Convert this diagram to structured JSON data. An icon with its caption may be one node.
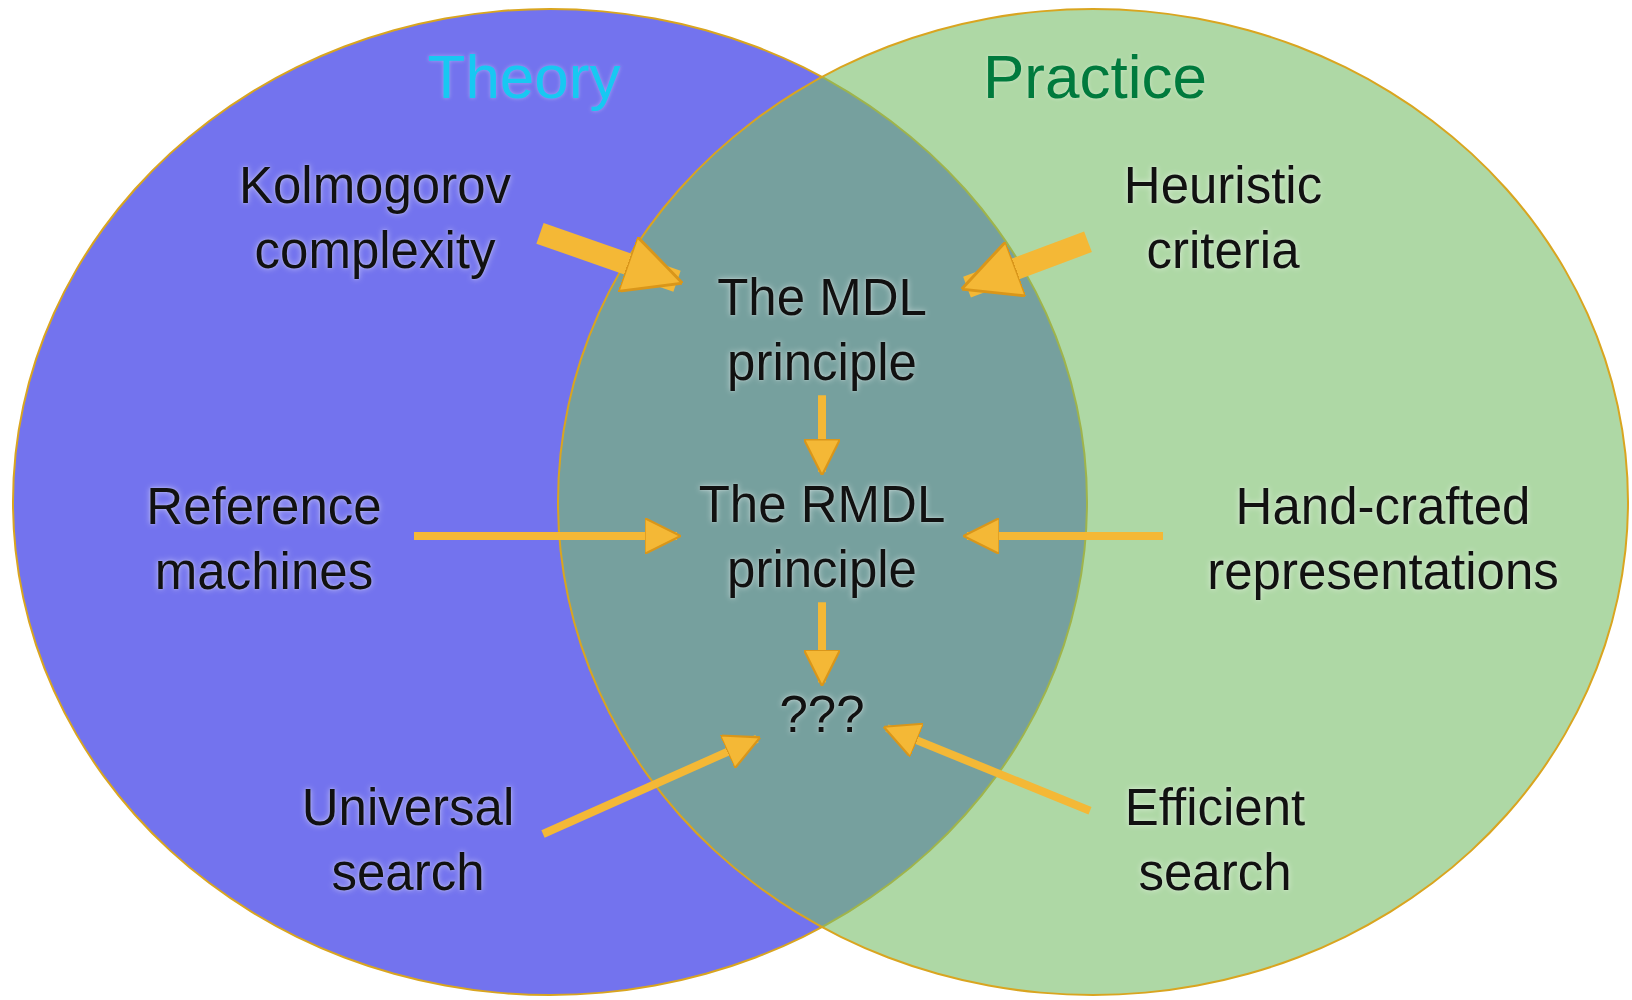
{
  "diagram": {
    "nodes": [
      {
        "text": [
          "Theory"
        ]
      },
      {
        "text": [
          "Practice"
        ]
      },
      {
        "text": [
          "Kolmogorov complexity"
        ],
        "in": 0
      },
      {
        "text": [
          "Heuristic criteria"
        ],
        "in": 1
      },
      {
        "text": [
          "The MDL principle"
        ]
      },
      {
        "text": [
          "Reference machines"
        ],
        "in": 0
      },
      {
        "text": [
          "The RMDL principle"
        ]
      },
      {
        "text": [
          "Hand-crafted representations"
        ],
        "in": 1
      },
      {
        "text": [
          "???"
        ]
      },
      {
        "text": [
          "Universal search"
        ],
        "in": 0
      },
      {
        "text": [
          "Efficient search"
        ],
        "in": 1
      }
    ],
    "edges": [
      {
        "from": 2,
        "to": 4,
        "arrow": "to",
        "style": "thick"
      },
      {
        "from": 3,
        "to": 4,
        "arrow": "to",
        "style": "thick"
      },
      {
        "from": 5,
        "to": 6,
        "arrow": "to"
      },
      {
        "from": 7,
        "to": 6,
        "arrow": "to"
      },
      {
        "from": 9,
        "to": 8,
        "arrow": "to"
      },
      {
        "from": 10,
        "to": 8,
        "arrow": "to"
      },
      {
        "from": 4,
        "to": 6,
        "arrow": "to"
      },
      {
        "from": 6,
        "to": 8,
        "arrow": "to"
      }
    ]
  }
}
